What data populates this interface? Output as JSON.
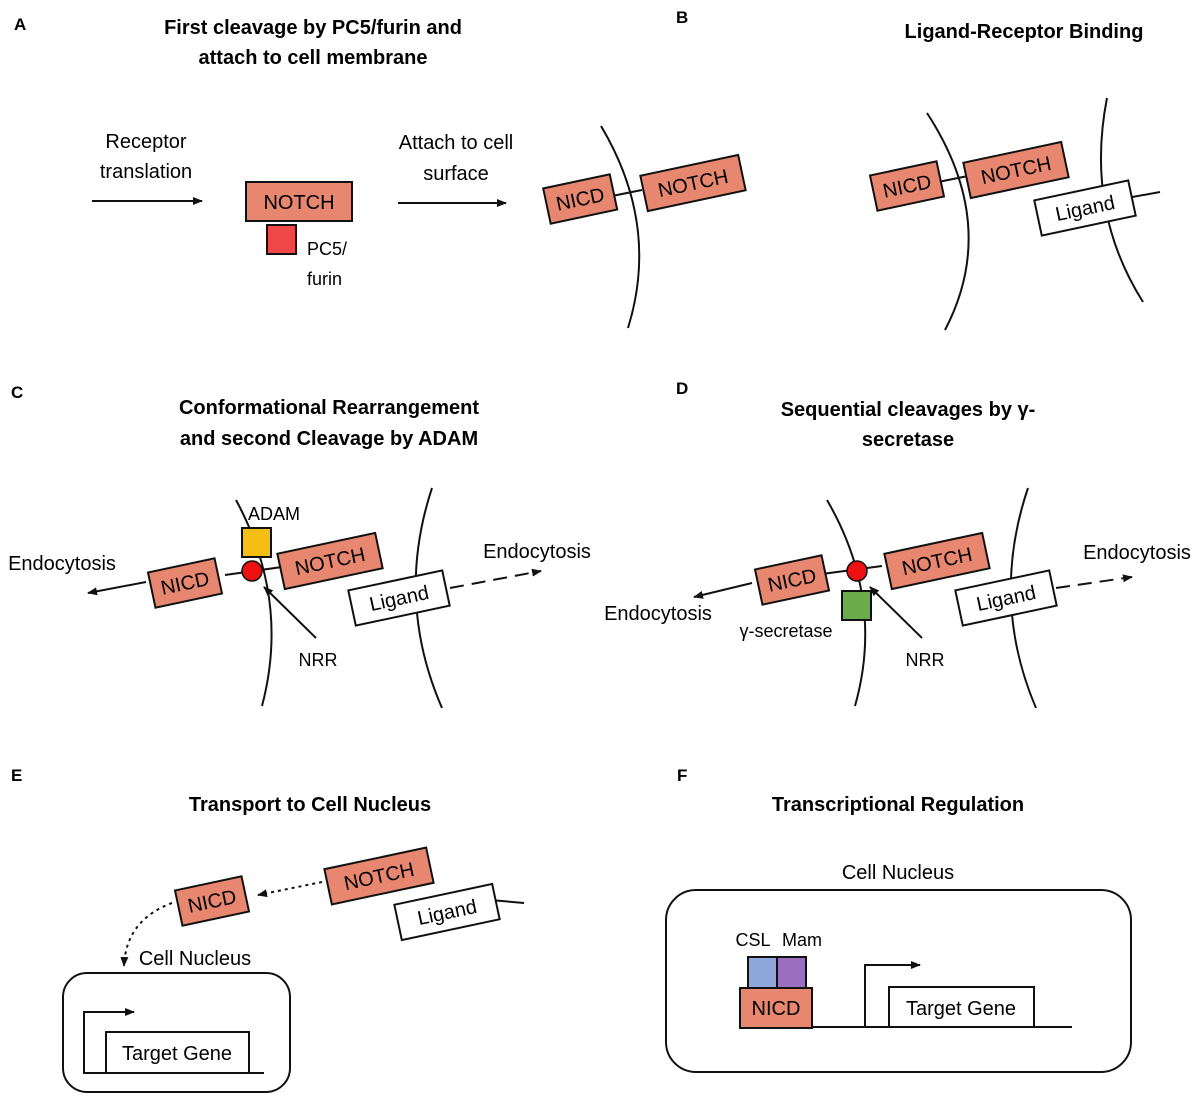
{
  "colors": {
    "notch": "#e8876f",
    "pc5_furin": "#f04848",
    "adam": "#f5be12",
    "gamma_secretase": "#6aab4a",
    "cleavage_site": "#ee1111",
    "csl": "#8fa8dc",
    "mam": "#9a6fc0",
    "outline": "#111111"
  },
  "panels": {
    "A": {
      "letter": "A",
      "title_line1": "First cleavage by PC5/furin and",
      "title_line2": "attach to cell membrane",
      "receptor_translation_line1": "Receptor",
      "receptor_translation_line2": "translation",
      "notch": "NOTCH",
      "pc5_line1": "PC5/",
      "pc5_line2": "furin",
      "attach_line1": "Attach to cell",
      "attach_line2": "surface",
      "nicd": "NICD",
      "notch2": "NOTCH"
    },
    "B": {
      "letter": "B",
      "title": "Ligand-Receptor Binding",
      "nicd": "NICD",
      "notch": "NOTCH",
      "ligand": "Ligand"
    },
    "C": {
      "letter": "C",
      "title_line1": "Conformational Rearrangement",
      "title_line2": "and second Cleavage by ADAM",
      "adam": "ADAM",
      "nicd": "NICD",
      "notch": "NOTCH",
      "ligand": "Ligand",
      "nrr": "NRR",
      "endocytosis_left": "Endocytosis",
      "endocytosis_right": "Endocytosis"
    },
    "D": {
      "letter": "D",
      "title_line1": "Sequential cleavages by γ-",
      "title_line2": "secretase",
      "nicd": "NICD",
      "notch": "NOTCH",
      "ligand": "Ligand",
      "gamma_secretase": "γ-secretase",
      "nrr": "NRR",
      "endocytosis_left": "Endocytosis",
      "endocytosis_right": "Endocytosis"
    },
    "E": {
      "letter": "E",
      "title": "Transport to Cell Nucleus",
      "nicd": "NICD",
      "notch": "NOTCH",
      "ligand": "Ligand",
      "cell_nucleus": "Cell Nucleus",
      "target_gene": "Target Gene"
    },
    "F": {
      "letter": "F",
      "title": "Transcriptional Regulation",
      "cell_nucleus": "Cell Nucleus",
      "csl": "CSL",
      "mam": "Mam",
      "nicd": "NICD",
      "target_gene": "Target Gene"
    }
  }
}
